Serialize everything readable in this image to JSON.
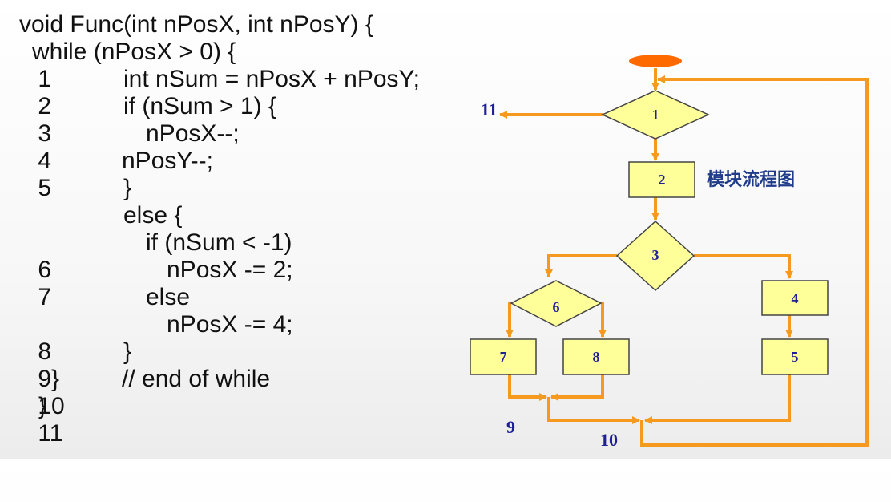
{
  "code": {
    "lines": [
      {
        "num": "",
        "text": "void Func(int nPosX, int nPosY) {"
      },
      {
        "num": "1",
        "text": "while (nPosX > 0) {"
      },
      {
        "num": "2",
        "text": "int nSum = nPosX + nPosY;"
      },
      {
        "num": "3",
        "text": "if (nSum > 1) {"
      },
      {
        "num": "4",
        "text": "nPosX--;"
      },
      {
        "num": "5",
        "text": "nPosY--;"
      },
      {
        "num": "",
        "text": "}"
      },
      {
        "num": "",
        "text": "else {"
      },
      {
        "num": "6",
        "text": "if (nSum < -1)"
      },
      {
        "num": "7",
        "text": "nPosX -= 2;"
      },
      {
        "num": "",
        "text": "else"
      },
      {
        "num": "8",
        "text": "nPosX -= 4;"
      },
      {
        "num": "9",
        "text": "}"
      },
      {
        "num": "10",
        "text": "}"
      },
      {
        "num": "",
        "text": "// end of while"
      },
      {
        "num": "11",
        "text": "}"
      }
    ]
  },
  "flowchart": {
    "title": "模块流程图",
    "nodes": {
      "n1": "1",
      "n2": "2",
      "n3": "3",
      "n4": "4",
      "n5": "5",
      "n6": "6",
      "n7": "7",
      "n8": "8"
    },
    "junctions": {
      "j9": "9",
      "j10": "10",
      "exit11": "11"
    },
    "colors": {
      "arrow": "#f59a1e",
      "node_fill": "#ffff99",
      "node_stroke": "#444444",
      "start": "#ff6a00"
    }
  }
}
